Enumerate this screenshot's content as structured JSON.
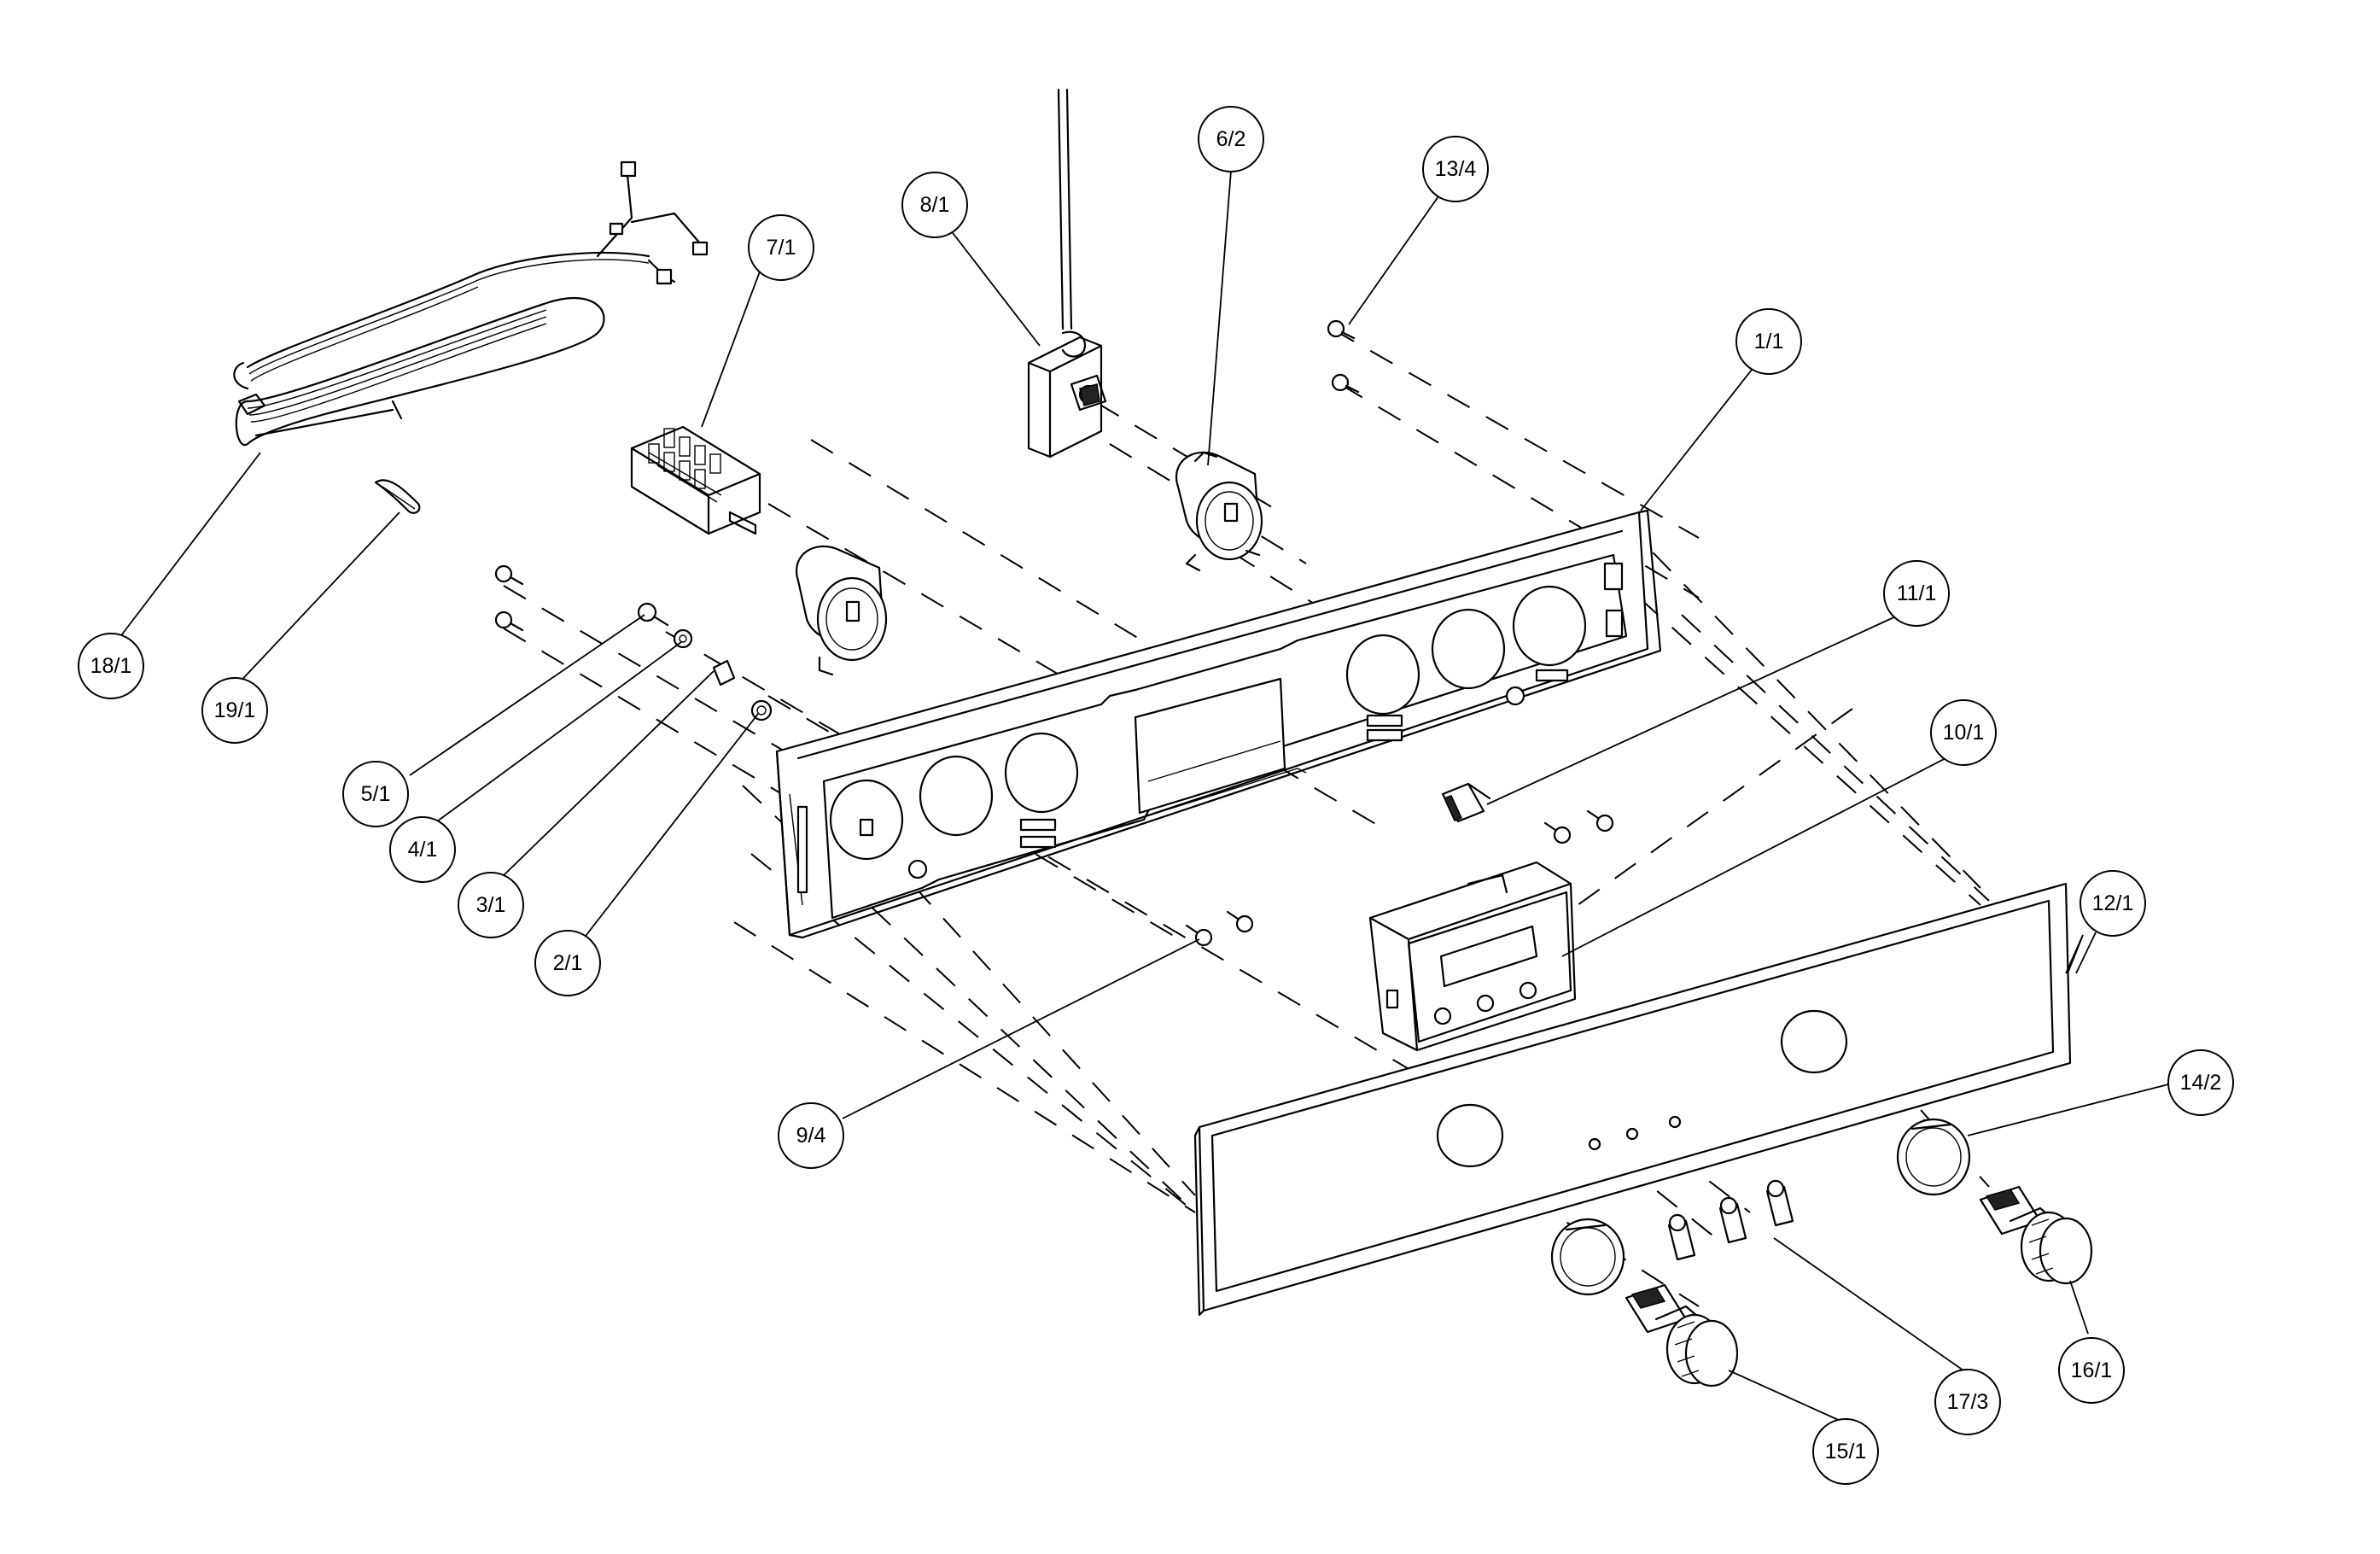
{
  "callouts": [
    {
      "id": "p18",
      "label": "18/1"
    },
    {
      "id": "p19",
      "label": "19/1"
    },
    {
      "id": "p7",
      "label": "7/1"
    },
    {
      "id": "p8",
      "label": "8/1"
    },
    {
      "id": "p6",
      "label": "6/2"
    },
    {
      "id": "p13",
      "label": "13/4"
    },
    {
      "id": "p1",
      "label": "1/1"
    },
    {
      "id": "p11",
      "label": "11/1"
    },
    {
      "id": "p10",
      "label": "10/1"
    },
    {
      "id": "p12",
      "label": "12/1"
    },
    {
      "id": "p5",
      "label": "5/1"
    },
    {
      "id": "p4",
      "label": "4/1"
    },
    {
      "id": "p3",
      "label": "3/1"
    },
    {
      "id": "p2",
      "label": "2/1"
    },
    {
      "id": "p9",
      "label": "9/4"
    },
    {
      "id": "p14",
      "label": "14/2"
    },
    {
      "id": "p16",
      "label": "16/1"
    },
    {
      "id": "p17",
      "label": "17/3"
    },
    {
      "id": "p15",
      "label": "15/1"
    }
  ]
}
